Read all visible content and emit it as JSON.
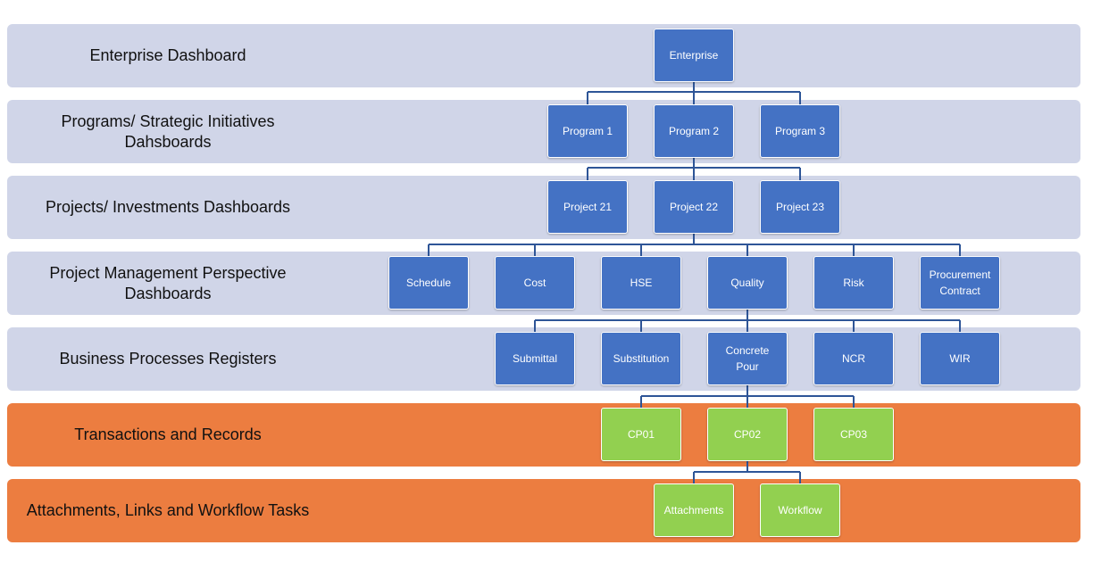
{
  "levels": [
    {
      "label": "Enterprise Dashboard"
    },
    {
      "label": "Programs/ Strategic Initiatives\nDahsboards"
    },
    {
      "label": "Projects/ Investments Dashboards"
    },
    {
      "label": "Project Management Perspective\nDashboards"
    },
    {
      "label": "Business Processes Registers"
    },
    {
      "label": "Transactions and Records"
    },
    {
      "label": "Attachments, Links and Workflow Tasks"
    }
  ],
  "nodes": {
    "enterprise": "Enterprise",
    "programs": [
      "Program 1",
      "Program 2",
      "Program 3"
    ],
    "projects": [
      "Project 21",
      "Project 22",
      "Project 23"
    ],
    "perspectives": [
      "Schedule",
      "Cost",
      "HSE",
      "Quality",
      "Risk",
      "Procurement\nContract"
    ],
    "processes": [
      "Submittal",
      "Substitution",
      "Concrete\nPour",
      "NCR",
      "WIR"
    ],
    "records": [
      "CP01",
      "CP02",
      "CP03"
    ],
    "tasks": [
      "Attachments",
      "Workflow"
    ]
  },
  "colors": {
    "band_blue": "#d0d5e8",
    "band_orange": "#ec7d40",
    "node_blue": "#4472c4",
    "node_green": "#92d050",
    "connector": "#2e5597"
  }
}
